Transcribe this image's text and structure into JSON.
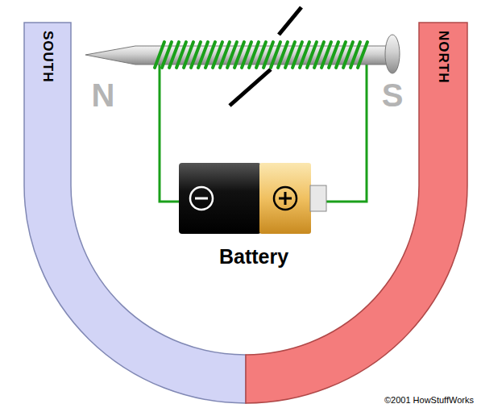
{
  "diagram": {
    "nodes": [
      {
        "text": [
          "SOUTH"
        ]
      },
      {
        "text": [
          "NORTH"
        ]
      },
      {
        "text": [
          "Battery"
        ]
      }
    ],
    "labels": [
      "N",
      "S",
      "©2001 HowStuffWorks"
    ]
  }
}
